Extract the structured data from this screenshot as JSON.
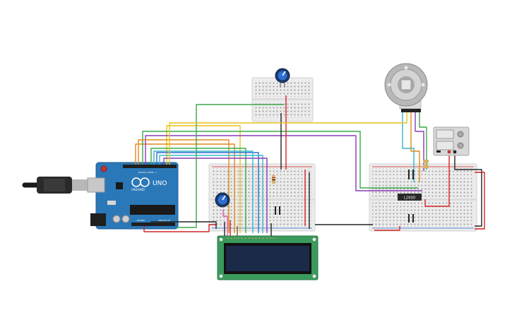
{
  "arduino": {
    "brand": "ARDUINO",
    "model": "UNO",
    "header_digital": "DIGITAL (PWM ~)",
    "header_power": "POWER",
    "header_analog": "ANALOG IN"
  },
  "driver_ic": {
    "label": "L293D"
  },
  "power_supply": {
    "readout_top": "",
    "readout_bottom": ""
  },
  "colors": {
    "arduino_board": "#2b78b8",
    "breadboard": "#ececec",
    "lcd_pcb": "#3a9a5c",
    "lcd_screen": "#1c2a4a",
    "wire_red": "#d42424",
    "wire_black": "#222222",
    "wire_green": "#3aa84a",
    "wire_yellow": "#e8c21a",
    "wire_orange": "#e08a1a",
    "wire_purple": "#8a3ab8",
    "wire_blue": "#2d6fd1",
    "wire_cyan": "#35b6c8",
    "wire_pink": "#e05aa8",
    "wire_brown": "#8a5a2a"
  },
  "icons": [
    "usb-cable-icon",
    "potentiometer-icon",
    "dc-motor-icon",
    "power-supply-icon",
    "resistor-icon"
  ]
}
